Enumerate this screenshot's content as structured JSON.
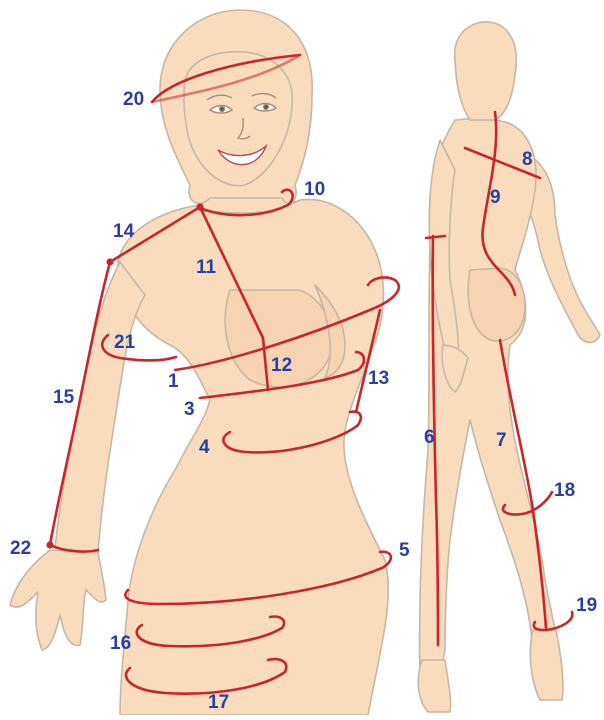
{
  "colors": {
    "skin": "#f9dcbd",
    "outline": "#c8b6a4",
    "line": "#c9262b",
    "label": "#2a3f9e"
  },
  "labels": {
    "l1": "1",
    "l3": "3",
    "l4": "4",
    "l5": "5",
    "l6": "6",
    "l7": "7",
    "l8": "8",
    "l9": "9",
    "l10": "10",
    "l11": "11",
    "l12": "12",
    "l13": "13",
    "l14": "14",
    "l15": "15",
    "l16": "16",
    "l17": "17",
    "l18": "18",
    "l19": "19",
    "l20": "20",
    "l21": "21",
    "l22": "22"
  }
}
